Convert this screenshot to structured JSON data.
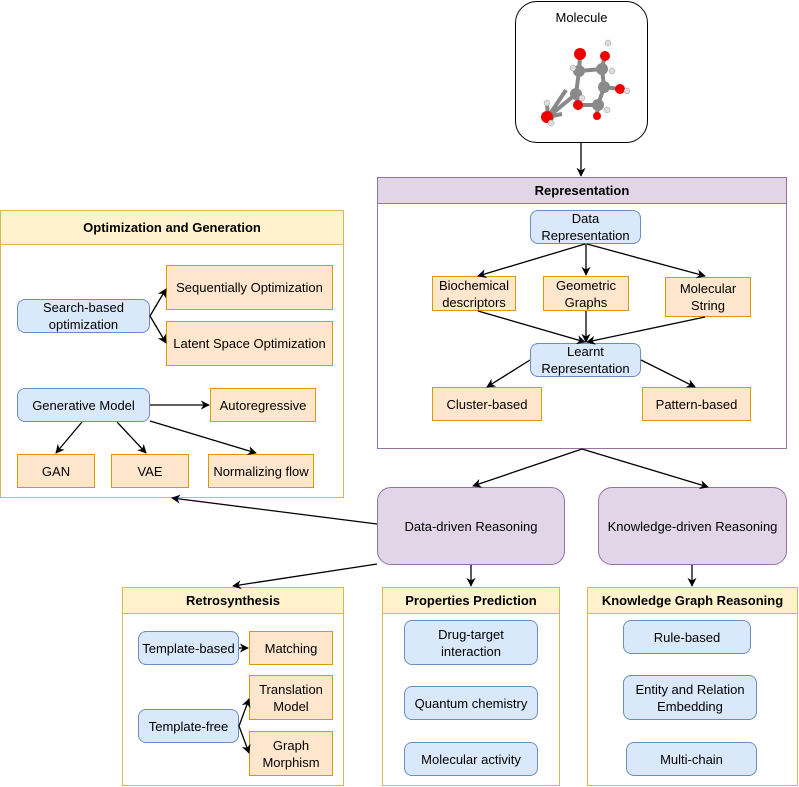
{
  "molecule": {
    "title": "Molecule",
    "icon": "molecule-ball-and-stick-icon"
  },
  "representation": {
    "title": "Representation",
    "data_representation": "Data\nRepresentation",
    "biochemical": "Biochemical\ndescriptors",
    "geometric": "Geometric\nGraphs",
    "molecular_string": "Molecular\nString",
    "learnt": "Learnt\nRepresentation",
    "cluster": "Cluster-based",
    "pattern": "Pattern-based"
  },
  "optimization": {
    "title": "Optimization and Generation",
    "search_based": "Search-based\noptimization",
    "sequential": "Sequentially Optimization",
    "latent": "Latent Space Optimization",
    "generative": "Generative Model",
    "autoregressive": "Autoregressive",
    "gan": "GAN",
    "vae": "VAE",
    "normalizing": "Normalizing flow"
  },
  "reasoning": {
    "data_driven": "Data-driven Reasoning",
    "knowledge_driven": "Knowledge-driven Reasoning"
  },
  "retrosynthesis": {
    "title": "Retrosynthesis",
    "template_based": "Template-based",
    "matching": "Matching",
    "template_free": "Template-free",
    "translation": "Translation\nModel",
    "graph_morphism": "Graph\nMorphism"
  },
  "properties": {
    "title": "Properties Prediction",
    "items": [
      "Drug-target\ninteraction",
      "Quantum chemistry",
      "Molecular activity"
    ]
  },
  "kg": {
    "title": "Knowledge Graph Reasoning",
    "items": [
      "Rule-based",
      "Entity and Relation\nEmbedding",
      "Multi-chain"
    ]
  },
  "colors": {
    "blue_fill": "#dae8fc",
    "blue_stroke": "#6c8ebf",
    "orange_fill": "#ffe6cc",
    "orange_stroke": "#d79b00",
    "yellow_fill": "#fff2cc",
    "yellow_stroke": "#d6b656",
    "purple_fill": "#e1d5e7",
    "purple_stroke": "#9673a6"
  }
}
